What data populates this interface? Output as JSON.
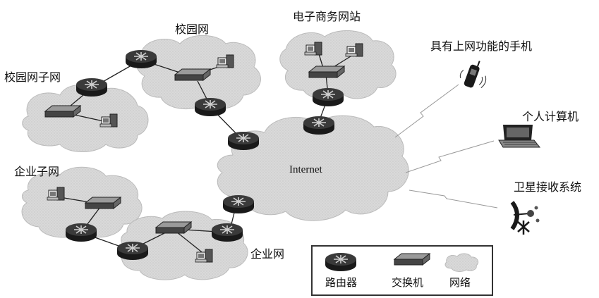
{
  "labels": {
    "campus_subnet": "校园网子网",
    "campus_net": "校园网",
    "ecommerce": "电子商务网站",
    "mobile": "具有上网功能的手机",
    "pc": "个人计算机",
    "satellite": "卫星接收系统",
    "enterprise_subnet": "企业子网",
    "enterprise_net": "企业网",
    "internet": "Internet"
  },
  "legend": {
    "router": "路由器",
    "switch": "交换机",
    "network": "网络"
  }
}
